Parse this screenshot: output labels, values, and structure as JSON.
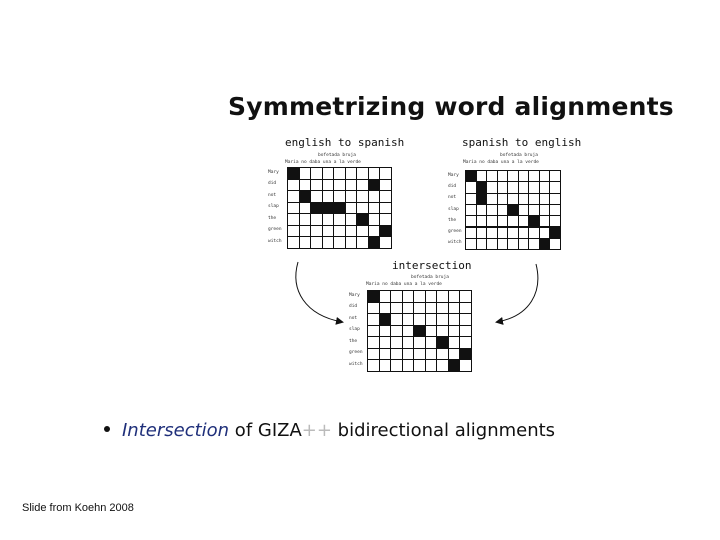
{
  "slide": {
    "title": "Symmetrizing word alignments",
    "bullet": {
      "highlight": "Intersection",
      "text1": " of GIZA",
      "plus": "++",
      "text2": " bidirectional alignments"
    },
    "footer": "Slide from Koehn 2008"
  },
  "panels": [
    {
      "id": "en-es",
      "title": "english to spanish",
      "header_lines": [
        "bofetada    bruja",
        "Maria no daba una    a  la    verde"
      ],
      "rows": [
        "Mary",
        "did",
        "not",
        "slap",
        "the",
        "green",
        "witch"
      ],
      "cols": 9,
      "cells": [
        [
          0,
          0
        ],
        [
          1,
          7
        ],
        [
          2,
          1
        ],
        [
          3,
          2
        ],
        [
          3,
          3
        ],
        [
          3,
          4
        ],
        [
          4,
          6
        ],
        [
          5,
          8
        ],
        [
          6,
          7
        ]
      ]
    },
    {
      "id": "es-en",
      "title": "spanish to english",
      "header_lines": [
        "bofetada    bruja",
        "Maria no daba una    a  la    verde"
      ],
      "rows": [
        "Mary",
        "did",
        "not",
        "slap",
        "the",
        "green",
        "witch"
      ],
      "cols": 9,
      "cells": [
        [
          0,
          0
        ],
        [
          1,
          1
        ],
        [
          2,
          1
        ],
        [
          3,
          4
        ],
        [
          4,
          6
        ],
        [
          5,
          8
        ],
        [
          6,
          7
        ]
      ]
    },
    {
      "id": "intersection",
      "title": "intersection",
      "header_lines": [
        "bofetada    bruja",
        "Maria no daba una    a  la    verde"
      ],
      "rows": [
        "Mary",
        "did",
        "not",
        "slap",
        "the",
        "green",
        "witch"
      ],
      "cols": 9,
      "cells": [
        [
          0,
          0
        ],
        [
          2,
          1
        ],
        [
          3,
          4
        ],
        [
          4,
          6
        ],
        [
          5,
          8
        ],
        [
          6,
          7
        ]
      ]
    }
  ]
}
